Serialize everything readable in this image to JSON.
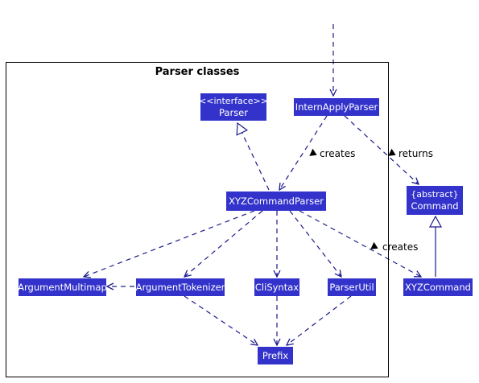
{
  "package": {
    "title": "Parser classes"
  },
  "classes": {
    "parser": {
      "stereotype": "<<interface>>",
      "name": "Parser"
    },
    "intern_apply_parser": {
      "name": "InternApplyParser"
    },
    "xyz_command_parser": {
      "name": "XYZCommandParser"
    },
    "command": {
      "stereotype": "{abstract}",
      "name": "Command"
    },
    "argument_multimap": {
      "name": "ArgumentMultimap"
    },
    "argument_tokenizer": {
      "name": "ArgumentTokenizer"
    },
    "cli_syntax": {
      "name": "CliSyntax"
    },
    "parser_util": {
      "name": "ParserUtil"
    },
    "xyz_command": {
      "name": "XYZCommand"
    },
    "prefix": {
      "name": "Prefix"
    }
  },
  "edges": {
    "creates_parser": "creates",
    "returns": "returns",
    "creates_command": "creates"
  },
  "colors": {
    "class_fill": "#3333cc",
    "line": "#1a1a8c",
    "text_on_fill": "#ffffff"
  }
}
